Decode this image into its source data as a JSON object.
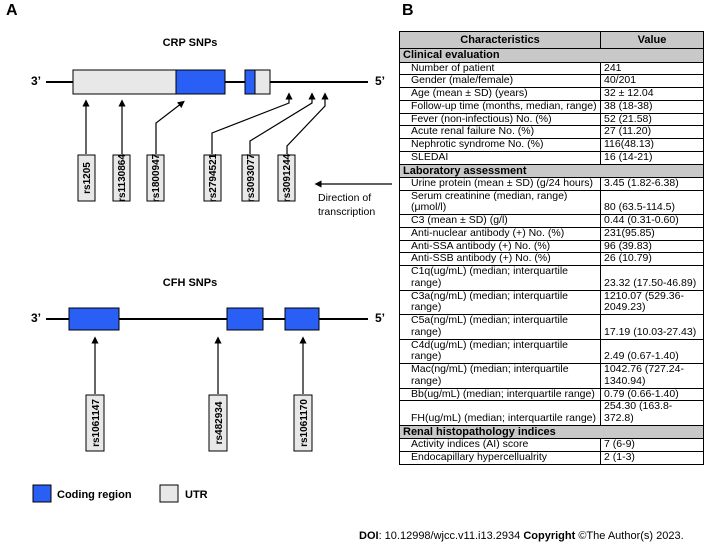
{
  "panel_a": {
    "letter": "A",
    "crp": {
      "title": "CRP SNPs",
      "end_left": "3’",
      "end_right": "5’",
      "snps": [
        "rs1205",
        "rs1130864",
        "rs1800947",
        "rs2794521",
        "rs3093077",
        "rs3091244"
      ],
      "direction_label_1": "Direction of",
      "direction_label_2": "transcription"
    },
    "cfh": {
      "title": "CFH SNPs",
      "end_left": "3’",
      "end_right": "5’",
      "snps": [
        "rs1061147",
        "rs482934",
        "rs1061170"
      ]
    },
    "legend": {
      "coding": "Coding region",
      "utr": "UTR"
    },
    "colors": {
      "coding": "#2a5ff5",
      "utr": "#e8e8e8",
      "section_bg": "#c8c8c8"
    }
  },
  "panel_b": {
    "letter": "B",
    "headers": [
      "Characteristics",
      "Value"
    ],
    "rows": [
      {
        "type": "section",
        "label": "Clinical evaluation"
      },
      {
        "label": "Number of patient",
        "value": "241"
      },
      {
        "label": "Gender (male/female)",
        "value": "40/201"
      },
      {
        "label": "Age (mean ± SD) (years)",
        "value": "32 ± 12.04"
      },
      {
        "label": "Follow-up time (months, median, range)",
        "value": "38 (18-38)"
      },
      {
        "label": "Fever (non-infectious) No. (%)",
        "value": "52 (21.58)"
      },
      {
        "label": "Acute renal failure No. (%)",
        "value": "27 (11.20)"
      },
      {
        "label": "Nephrotic syndrome No. (%)",
        "value": "116(48.13)"
      },
      {
        "label": "SLEDAI",
        "value": "16 (14-21)"
      },
      {
        "type": "section",
        "label": "Laboratory assessment"
      },
      {
        "label": "Urine protein (mean ± SD) (g/24 hours)",
        "value": "3.45 (1.82-6.38)"
      },
      {
        "label": "Serum creatinine (median, range) (μmol/l)",
        "value": "80 (63.5-114.5)"
      },
      {
        "label": "C3 (mean ± SD) (g/l)",
        "value": "0.44 (0.31-0.60)"
      },
      {
        "label": "Anti-nuclear antibody (+) No. (%)",
        "value": "231(95.85)"
      },
      {
        "label": "Anti-SSA antibody (+) No. (%)",
        "value": "96 (39.83)"
      },
      {
        "label": "Anti-SSB antibody (+) No. (%)",
        "value": "26 (10.79)"
      },
      {
        "label": "C1q(ug/mL) (median; interquartile range)",
        "value": "23.32 (17.50-46.89)"
      },
      {
        "label": "C3a(ng/mL) (median; interquartile range)",
        "value": "1210.07 (529.36-2049.23)"
      },
      {
        "label": "C5a(ng/mL)  (median; interquartile range)",
        "value": "17.19 (10.03-27.43)"
      },
      {
        "label": "C4d(ug/mL) (median; interquartile range)",
        "value": "2.49 (0.67-1.40)"
      },
      {
        "label": "Mac(ng/mL)  (median; interquartile range)",
        "value": "1042.76 (727.24-1340.94)"
      },
      {
        "label": "Bb(ug/mL)  (median; interquartile range)",
        "value": "0.79 (0.66-1.40)"
      },
      {
        "label": "FH(ug/mL) (median; interquartile range)",
        "value": "254.30 (163.8-372.8)"
      },
      {
        "type": "section",
        "label": "Renal histopathology indices"
      },
      {
        "label": "Activity indices (AI) score",
        "value": "7 (6-9)"
      },
      {
        "label": "Endocapillary hypercellualrity",
        "value": "2 (1-3)"
      }
    ]
  },
  "footer": {
    "doi_label": "DOI",
    "doi_text": ": 10.12998/wjcc.v11.i13.2934",
    "copyright_label": "Copyright",
    "copyright_text": " ©The Author(s) 2023."
  }
}
